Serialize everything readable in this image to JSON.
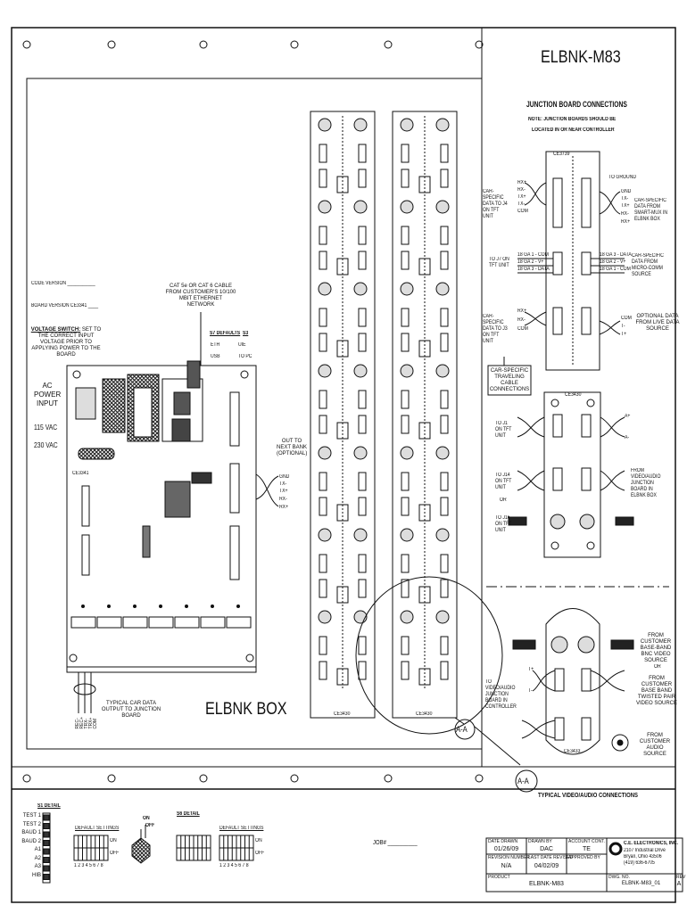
{
  "title": "ELBNK-M83",
  "junction": {
    "heading": "JUNCTION BOARD CONNECTIONS",
    "note_line1": "NOTE: JUNCTION BOARDS SHOULD BE",
    "note_line2": "LOCATED IN OR NEAR CONTROLLER",
    "left_j4": "CAR-SPECIFIC DATA TO J4 ON TFT UNIT",
    "left_j4_wires": [
      "RX+",
      "RX-",
      "TX+",
      "TX-",
      "COM"
    ],
    "right_smartmux": "CAR-SPECIFIC DATA FROM SMART-MUX IN ELBNK BOX",
    "right_smartmux_wires": [
      "GND",
      "TX-",
      "TX+",
      "RX-",
      "RX+"
    ],
    "left_j7": "TO J7 ON TFT UNIT",
    "left_j7_wires": [
      "18 GA  1 - COM",
      "18 GA  2 - V+",
      "18 GA  3 - DATA"
    ],
    "right_micro": "CAR-SPECIFIC DATA FROM MICRO-COMM SOURCE",
    "right_micro_wires": [
      "18 GA  3 - DATA",
      "18 GA  2 - V+",
      "18 GA  1 - COM"
    ],
    "left_j3": "CAR-SPECIFIC DATA TO J3 ON TFT UNIT",
    "left_j3_wires": [
      "RX+",
      "RX-",
      "COM"
    ],
    "right_live": "OPTIONAL DATA FROM LIVE DATA SOURCE",
    "right_live_wires": [
      "COM",
      "T-",
      "T+"
    ],
    "traveling_cable": "CAR-SPECIFIC TRAVELING CABLE CONNECTIONS",
    "board_id": "CE3739",
    "to_ground": "TO GROUND"
  },
  "video": {
    "board_id": "CE3430",
    "to_j1": "TO J1 ON TFT UNIT",
    "to_j14": "TO J14 ON TFT UNIT",
    "or": "OR",
    "to_j16": "TO J16 ON TFT UNIT",
    "from_elbnk": "FROM VIDEO/AUDIO JUNCTION BOARD IN ELBNK BOX",
    "from_bnc": "FROM CUSTOMER BASE-BAND BNC VIDEO SOURCE",
    "from_twisted": "FROM CUSTOMER BASE BAND TWISTED PAIR VIDEO SOURCE",
    "to_controller": "TO VIDEO/AUDIO JUNCTION BOARD IN CONTROLLER",
    "from_audio": "FROM CUSTOMER AUDIO SOURCE",
    "board_id2": "CE3433",
    "section_label": "A-A",
    "typical": "TYPICAL VIDEO/AUDIO CONNECTIONS",
    "wires_a": [
      "A+",
      "A-"
    ],
    "wires_t": [
      "T+",
      "T-"
    ]
  },
  "elbnk": {
    "code_version": "CODE VERSION ___________",
    "board_version": "BOARD VERSION CE3341 ____",
    "cat5": "CAT 5e OR CAT 6 CABLE FROM CUSTOMER'S 10/100 MBIT ETHERNET NETWORK",
    "s7_defaults": "S7 DEFAULTS",
    "s3": "S3",
    "opt_eth": "ETH",
    "opt_usb": "USB",
    "opt_uie": "UIE",
    "opt_topc": "TO PC",
    "voltage_title": "VOLTAGE SWITCH:",
    "voltage_text": " SET TO THE CORRECT INPUT VOLTAGE PRIOR TO APPLYING POWER TO THE BOARD",
    "ac_power": "AC POWER INPUT",
    "vac115": "115 VAC",
    "vac230": "230 VAC",
    "board_id": "CE3341",
    "out_next": "OUT TO NEXT BANK (OPTIONAL)",
    "out_wires": [
      "GND",
      "TX-",
      "TX+",
      "RX-",
      "RX+"
    ],
    "car_output": "TYPICAL CAR DATA OUTPUT TO JUNCTION BOARD",
    "car_wires": [
      "REC-",
      "REC+",
      "TRX-",
      "TRX+",
      "COM"
    ],
    "box_label": "ELBNK BOX",
    "strip_label": "CE3430"
  },
  "s1": {
    "title": "S1 DETAIL",
    "rows": [
      "TEST 1",
      "TEST 2",
      "BAUD 1",
      "BAUD 2",
      "A1",
      "A2",
      "A3",
      "HIB"
    ],
    "default_settings": "DEFAULT SETTINGS",
    "on": "ON",
    "off": "OFF",
    "numbers": "1 2 3 4 5 6 7 8"
  },
  "switch_legend": {
    "on": "ON",
    "off": "OFF"
  },
  "s6": {
    "title": "S6 DETAIL",
    "default_settings": "DEFAULT SETTINGS",
    "on": "ON",
    "off": "OFF",
    "numbers": "1 2 3 4 5 6 7 8"
  },
  "job": "JOB# __________",
  "title_block": {
    "date_drawn_label": "DATE DRAWN",
    "date_drawn": "01/26/09",
    "drawn_by_label": "DRAWN BY",
    "drawn_by": "DAC",
    "account_label": "ACCOUNT CONT.",
    "account": "TE",
    "revision_label": "REVISION NUMBER",
    "revision": "N/A",
    "last_rev_label": "LAST DATE REVISED",
    "last_rev": "04/02/09",
    "approved_label": "APPROVED BY",
    "product_label": "PRODUCT",
    "product": "ELBNK-M83",
    "company": "C.E. ELECTRONICS, INC.",
    "address1": "2107 Industrial Drive",
    "address2": "Bryan, Ohio 43506",
    "phone": "(419) 636-6705",
    "dwg_label": "DWG. NO.",
    "dwg": "ELBNK-M83_01",
    "rev_label": "REV",
    "rev": "A"
  }
}
